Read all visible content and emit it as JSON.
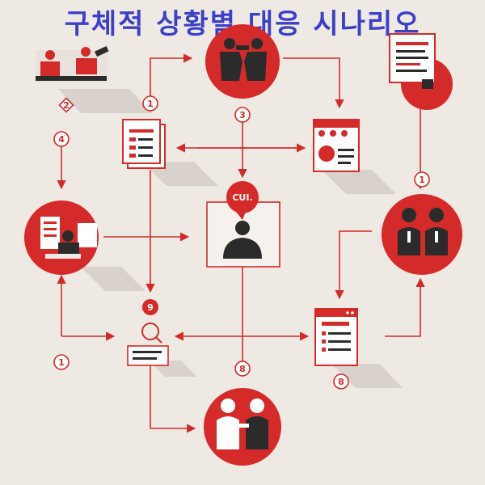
{
  "title": "구체적 상황별 대응 시나리오",
  "colors": {
    "accent": "#d42a2a",
    "background": "#efe9e4",
    "title": "#3b3fc9",
    "dark": "#2b2b2b"
  },
  "nodes": [
    {
      "id": "courtroom",
      "icon": "courtroom-judge-icon"
    },
    {
      "id": "confrontation",
      "icon": "confrontation-people-icon"
    },
    {
      "id": "contract",
      "icon": "contract-document-icon"
    },
    {
      "id": "report-list",
      "icon": "report-list-icon"
    },
    {
      "id": "presentation",
      "icon": "presentation-board-icon"
    },
    {
      "id": "speaker",
      "icon": "speaker-person-icon",
      "bubble": "CUI."
    },
    {
      "id": "office",
      "icon": "office-building-icon"
    },
    {
      "id": "meeting",
      "icon": "meeting-people-icon"
    },
    {
      "id": "investigation",
      "icon": "magnifier-person-icon"
    },
    {
      "id": "checklist",
      "icon": "checklist-form-icon"
    },
    {
      "id": "handshake",
      "icon": "handshake-people-icon"
    }
  ],
  "badges": [
    {
      "label": "2"
    },
    {
      "label": "4"
    },
    {
      "label": "1"
    },
    {
      "label": "3"
    },
    {
      "label": "1"
    },
    {
      "label": "9"
    },
    {
      "label": "1"
    },
    {
      "label": "8"
    },
    {
      "label": "8"
    }
  ]
}
